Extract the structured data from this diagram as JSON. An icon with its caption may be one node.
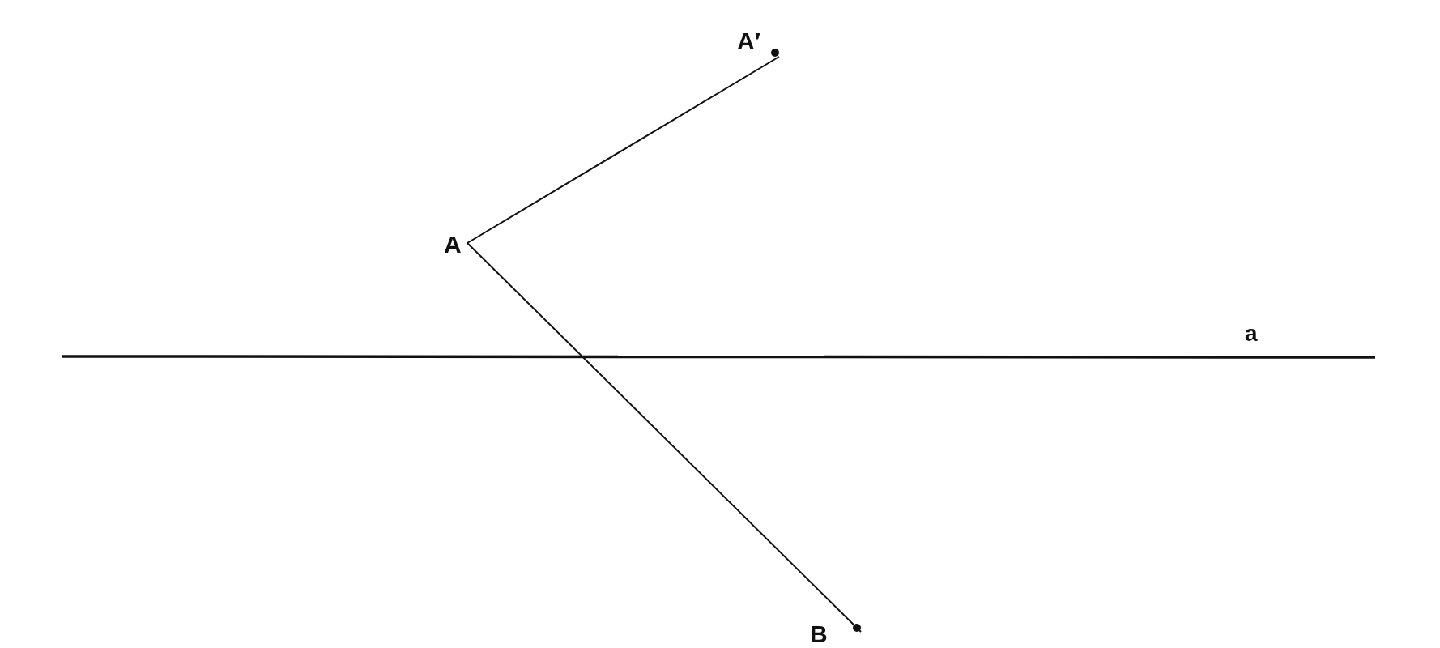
{
  "diagram": {
    "nodes": [
      {
        "text": [
          "A"
        ]
      },
      {
        "text": [
          "A′"
        ]
      },
      {
        "text": [
          "B"
        ]
      }
    ],
    "edges": [
      {
        "from": 0,
        "to": 1,
        "arrow": "none"
      },
      {
        "from": 0,
        "to": 2,
        "arrow": "none"
      }
    ],
    "labels": [
      "a"
    ]
  }
}
